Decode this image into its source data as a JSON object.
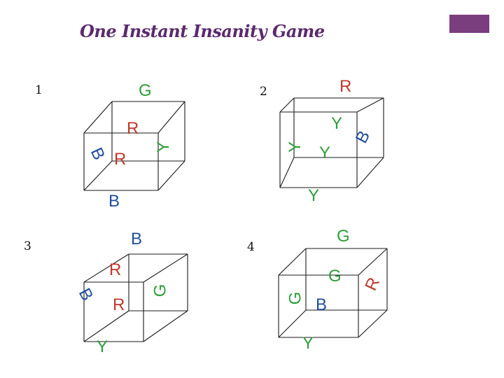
{
  "title": "One Instant Insanity Game",
  "colors": {
    "title": "#5b2a6e",
    "accent_box": "#7a3d7e",
    "R": "#c0392b",
    "G": "#2e9e3a",
    "B": "#1f4f9e",
    "Y": "#2e9e3a"
  },
  "cubes": [
    {
      "number": "1",
      "top": "G",
      "back": "R",
      "left": "B",
      "front": "R",
      "right": "Y",
      "bottom": "B"
    },
    {
      "number": "2",
      "top": "R",
      "back": "Y",
      "left": "Y",
      "front": "Y",
      "right": "B",
      "bottom": "Y"
    },
    {
      "number": "3",
      "top": "B",
      "back": "R",
      "left": "B",
      "front": "R",
      "right": "G",
      "bottom": "Y"
    },
    {
      "number": "4",
      "top": "G",
      "back": "G",
      "left": "G",
      "front": "B",
      "right": "R",
      "bottom": "Y"
    }
  ]
}
